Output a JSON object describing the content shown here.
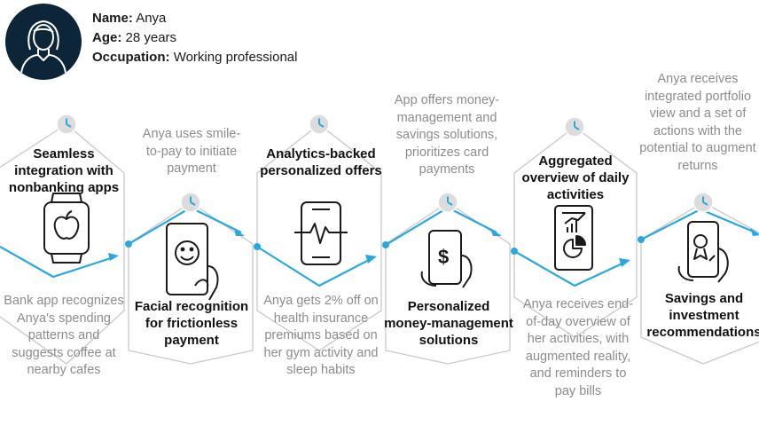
{
  "persona": {
    "name_key": "Name:",
    "name": "Anya",
    "age_key": "Age:",
    "age": "28 years",
    "occupation_key": "Occupation:",
    "occupation": "Working professional"
  },
  "steps": [
    {
      "title": "Seamless integration with nonbanking apps",
      "description": "Bank app recognizes Anya's spending patterns and suggests coffee at nearby cafes",
      "icon": "smartwatch-apple-icon"
    },
    {
      "title": "Facial recognition for frictionless payment",
      "description": "Anya uses smile-to-pay to initiate payment",
      "icon": "smile-pay-phone-icon"
    },
    {
      "title": "Analytics-backed personalized offers",
      "description": "Anya gets 2% off on health insurance premiums based on her gym activity and sleep habits",
      "icon": "heartbeat-phone-icon"
    },
    {
      "title": "Personalized money-management solutions",
      "description": "App offers money-management and savings solutions, prioritizes card payments",
      "icon": "dollar-phone-icon"
    },
    {
      "title": "Aggregated overview of daily activities",
      "description": "Anya receives end-of-day overview of her activities, with augmented reality, and reminders to pay bills",
      "icon": "charts-phone-icon"
    },
    {
      "title": "Savings and investment recommendations",
      "description": "Anya receives integrated portfolio view and a set of actions with the potential to augment returns",
      "icon": "investment-phone-icon"
    }
  ],
  "colors": {
    "accent": "#29a8e0",
    "avatar": "#0d2538",
    "outline": "#c8c8c8",
    "muted_text": "#8c8c8c"
  }
}
